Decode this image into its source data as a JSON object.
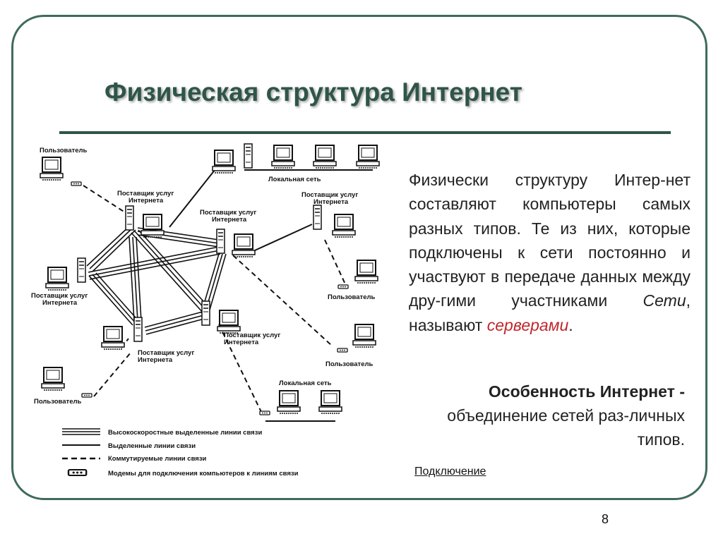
{
  "slide": {
    "title": "Физическая структура Интернет",
    "page_number": "8",
    "link_label": "Подключение"
  },
  "text_block": {
    "part1": "Физически структуру Интер-нет составляют компьютеры самых разных типов. Те из них, которые подключены к сети постоянно и участвуют в передаче данных между дру-гими участниками ",
    "part2": "Сети",
    "part3": ", называют ",
    "part4": "серверами",
    "part5": "."
  },
  "feature": {
    "bold": "Особенность Интернет -",
    "rest": " объединение сетей раз-личных типов."
  },
  "diagram": {
    "labels": {
      "user_top_left": "Пользователь",
      "local_net_top": "Локальная сеть",
      "isp_a_l1": "Поставщик услуг",
      "isp_a_l2": "Интернета",
      "isp_b_l1": "Поставщик услуг",
      "isp_b_l2": "Интернета",
      "isp_c_l1": "Поставщик услуг",
      "isp_c_l2": "Интернета",
      "isp_left_l1": "Поставщик услуг",
      "isp_left_l2": "Интернета",
      "isp_bottom_l1": "Поставщик услуг",
      "isp_bottom_l2": "Интернета",
      "isp_center_l1": "Поставщик услуг",
      "isp_center_l2": "Интернета",
      "user_right_1": "Пользователь",
      "user_right_2": "Пользователь",
      "user_bottom_left": "Пользователь",
      "local_net_bottom": "Локальная сеть"
    },
    "legend": [
      "Высокоскоростные выделенные линии связи",
      "Выделенные линии связи",
      "Коммутируемые линии связи",
      "Модемы для подключения компьютеров к линиям связи"
    ]
  },
  "colors": {
    "frame": "#3f6b5a",
    "title": "#2f5549",
    "highlight": "#c0262c"
  }
}
